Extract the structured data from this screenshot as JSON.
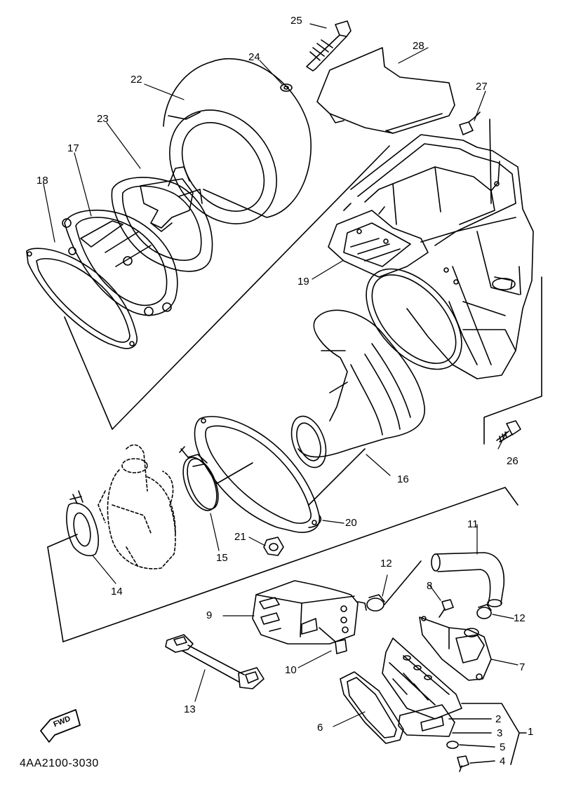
{
  "labels": {
    "p1": "1",
    "p2": "2",
    "p3": "3",
    "p4": "4",
    "p5": "5",
    "p6": "6",
    "p7": "7",
    "p8": "8",
    "p9": "9",
    "p10": "10",
    "p11": "11",
    "p12a": "12",
    "p12b": "12",
    "p13": "13",
    "p14": "14",
    "p15": "15",
    "p16": "16",
    "p17": "17",
    "p18": "18",
    "p19": "19",
    "p20": "20",
    "p21": "21",
    "p22": "22",
    "p23": "23",
    "p24": "24",
    "p25": "25",
    "p26": "26",
    "p27": "27",
    "p28": "28"
  },
  "fwd_badge": "FWD",
  "diagram_code": "4AA2100-3030"
}
